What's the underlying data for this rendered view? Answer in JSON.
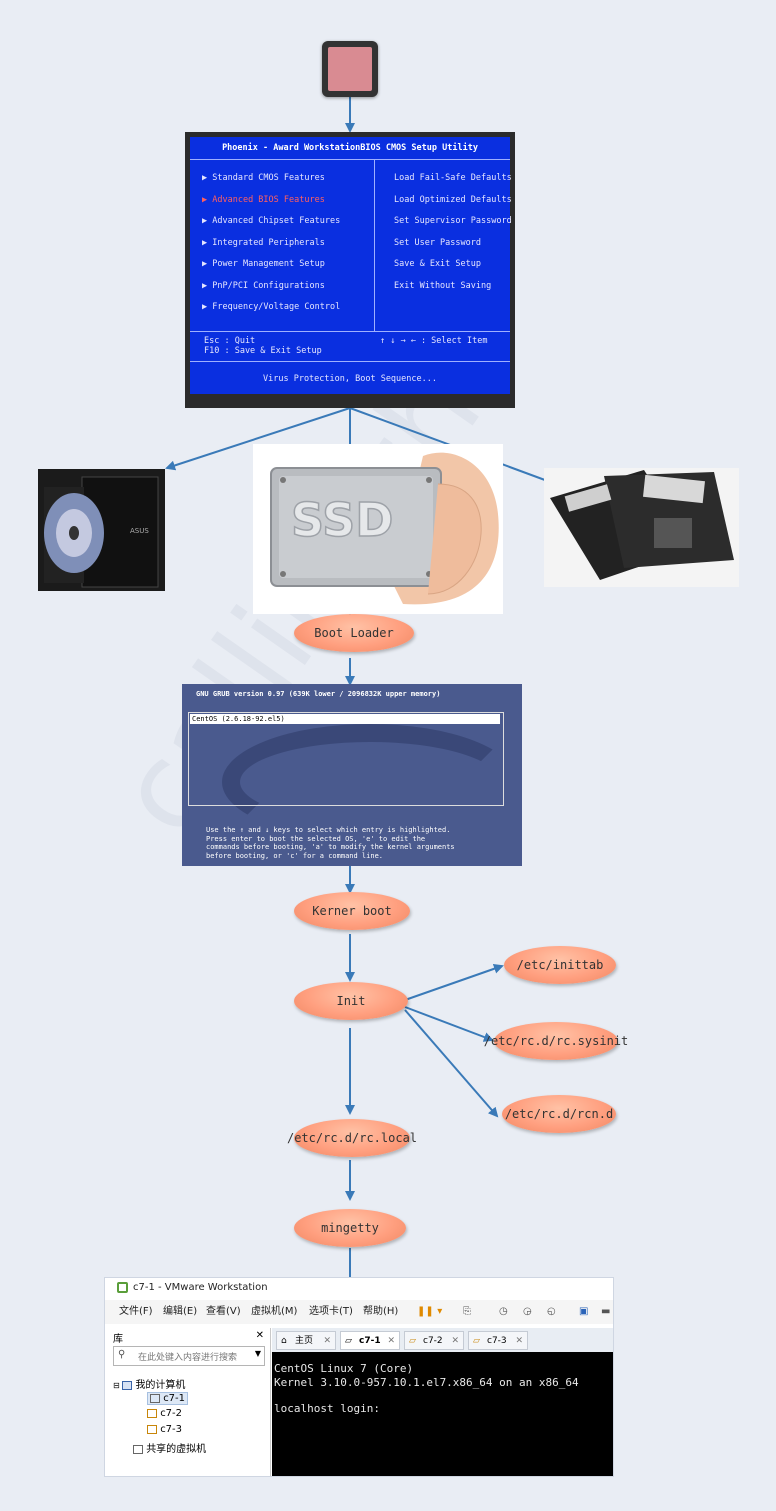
{
  "watermark": "callingzhi",
  "bios": {
    "title": "Phoenix - Award WorkstationBIOS CMOS Setup Utility",
    "left_items": [
      "Standard CMOS Features",
      "Advanced BIOS Features",
      "Advanced Chipset Features",
      "Integrated Peripherals",
      "Power Management Setup",
      "PnP/PCI Configurations",
      "Frequency/Voltage Control"
    ],
    "selected_index": 1,
    "right_items": [
      "Load Fail-Safe Defaults",
      "Load Optimized Defaults",
      "Set Supervisor Password",
      "Set User Password",
      "Save & Exit Setup",
      "Exit Without Saving"
    ],
    "footer_left": [
      "Esc : Quit",
      "F10 : Save & Exit Setup"
    ],
    "footer_right": "↑ ↓ → ←   : Select Item",
    "status": "Virus Protection, Boot Sequence..."
  },
  "ssd_label": "SSD",
  "nodes": {
    "boot_loader": "Boot Loader",
    "kernel_boot": "Kerner boot",
    "init": "Init",
    "inittab": "/etc/inittab",
    "rc_sysinit": "/etc/rc.d/rc.sysinit",
    "rcn": "/etc/rc.d/rcn.d",
    "rc_local": "/etc/rc.d/rc.local",
    "mingetty": "mingetty"
  },
  "grub": {
    "header": "GNU GRUB  version 0.97  (639K lower / 2096832K upper memory)",
    "entry": "CentOS (2.6.18-92.el5)",
    "help": [
      "Use the ↑ and ↓ keys to select which entry is highlighted.",
      "Press enter to boot the selected OS, 'e' to edit the",
      "commands before booting, 'a' to modify the kernel arguments",
      "before booting, or 'c' for a command line."
    ]
  },
  "vmware": {
    "title": "c7-1 - VMware Workstation",
    "menu": [
      "文件(F)",
      "编辑(E)",
      "查看(V)",
      "虚拟机(M)",
      "选项卡(T)",
      "帮助(H)"
    ],
    "library_label": "库",
    "search_placeholder": "在此处键入内容进行搜索",
    "tree_root": "我的计算机",
    "vms": [
      "c7-1",
      "c7-2",
      "c7-3"
    ],
    "shared": "共享的虚拟机",
    "tabs": [
      "主页",
      "c7-1",
      "c7-2",
      "c7-3"
    ],
    "active_tab": 1,
    "console": [
      "CentOS Linux 7 (Core)",
      "Kernel 3.10.0-957.10.1.el7.x86_64 on an x86_64",
      "",
      "localhost login:"
    ]
  },
  "colors": {
    "arrow": "#3a7ab8",
    "node_fill": "#ff9f7f",
    "bios_blue": "#0a2fe0",
    "power_button": "#d98b92"
  }
}
